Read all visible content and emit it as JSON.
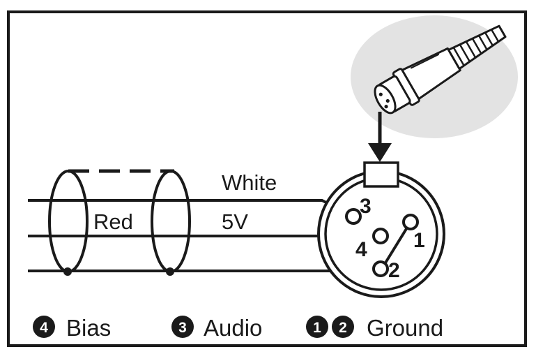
{
  "wires": {
    "white_label": "White",
    "red_label": "Red",
    "voltage_label": "5V"
  },
  "connector": {
    "pins": [
      {
        "pin": "1",
        "label": "1"
      },
      {
        "pin": "2",
        "label": "2"
      },
      {
        "pin": "3",
        "label": "3"
      },
      {
        "pin": "4",
        "label": "4"
      }
    ]
  },
  "legend": {
    "items": [
      {
        "badges": [
          "4"
        ],
        "text": "Bias"
      },
      {
        "badges": [
          "3"
        ],
        "text": "Audio"
      },
      {
        "badges": [
          "1",
          "2"
        ],
        "text": "Ground"
      }
    ]
  },
  "colors": {
    "line": "#1a1a1a",
    "connector_backdrop": "#e3e3e3",
    "background": "#ffffff"
  },
  "icons": [
    "xlr-plug-icon",
    "arrow-down-icon"
  ]
}
